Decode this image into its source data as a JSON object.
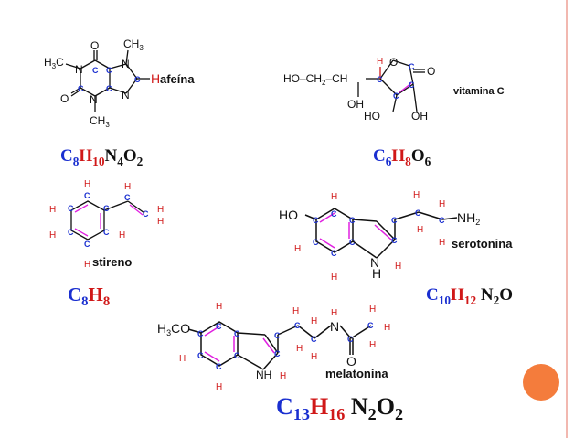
{
  "molecules": {
    "cafeina": {
      "name": "afeína",
      "formula": [
        {
          "el": "C",
          "n": "8"
        },
        {
          "el": "H",
          "n": "10"
        },
        {
          "el": "N",
          "n": "4"
        },
        {
          "el": "O",
          "n": "2"
        }
      ],
      "atoms": {
        "o": "O",
        "n": "N",
        "c": "C",
        "ch3": "CH",
        "ch3_sub": "3",
        "h3c": "H",
        "h3c_sub": "3",
        "h": "H",
        "dash": "–"
      }
    },
    "vitamina_c": {
      "name": "vitamina C",
      "formula": [
        {
          "el": "C",
          "n": "6"
        },
        {
          "el": "H",
          "n": "8"
        },
        {
          "el": "O",
          "n": "6"
        }
      ],
      "atoms": {
        "ho_ch2": "HO–CH",
        "ch2_sub": "2",
        "ch": "–CH",
        "oh": "OH",
        "ho": "HO",
        "o": "O",
        "c": "C",
        "h": "H"
      }
    },
    "estireno": {
      "name": "stireno",
      "formula": [
        {
          "el": "C",
          "n": "8"
        },
        {
          "el": "H",
          "n": "8"
        }
      ],
      "atoms": {
        "c": "C",
        "h": "H"
      }
    },
    "serotonina": {
      "name": "serotonina",
      "formula": [
        {
          "el": "C",
          "n": "10"
        },
        {
          "el": "H",
          "n": "12"
        },
        {
          "el": "N",
          "n": "2"
        },
        {
          "el": "O",
          "n": ""
        }
      ],
      "atoms": {
        "ho": "HO",
        "nh2": "NH",
        "nh2_sub": "2",
        "n": "N",
        "h": "H",
        "c": "C"
      }
    },
    "melatonina": {
      "name": "melatonina",
      "formula": [
        {
          "el": "C",
          "n": "13"
        },
        {
          "el": "H",
          "n": "16"
        },
        {
          "el": "N",
          "n": "2"
        },
        {
          "el": "O",
          "n": "2"
        }
      ],
      "atoms": {
        "h3co": "H",
        "h3co_sub": "3",
        "h3co_tail": "CO",
        "n": "N",
        "o": "O",
        "h": "H",
        "c": "C"
      }
    }
  },
  "colors": {
    "carbon": "#1a2fd0",
    "hydrogen": "#d01818",
    "double_bond": "#e020e0",
    "accent": "#f47c3c",
    "border": "#f2b8b0"
  }
}
